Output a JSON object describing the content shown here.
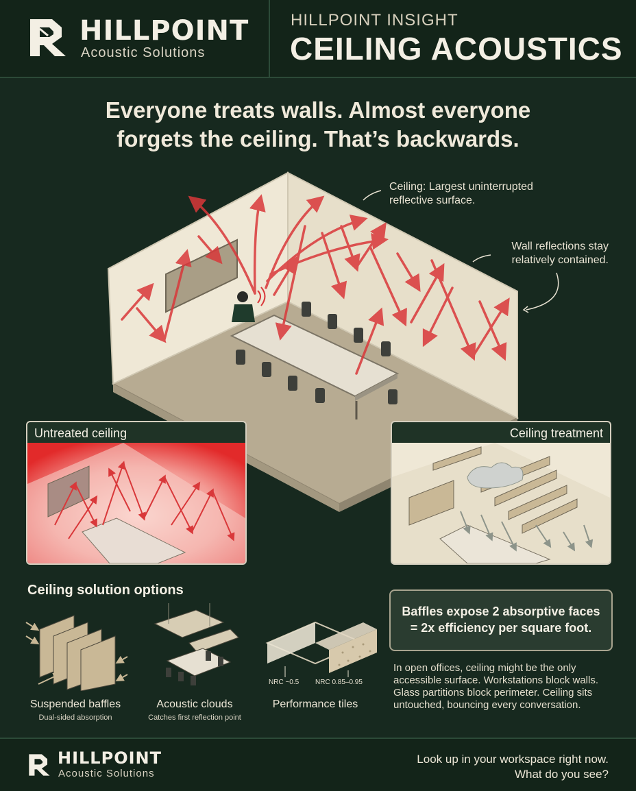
{
  "brand": {
    "name": "HILLPOINT",
    "subtitle": "Acoustic Solutions",
    "logo_icon": "hillpoint-logo-icon"
  },
  "header": {
    "eyebrow": "HILLPOINT INSIGHT",
    "title": "CEILING ACOUSTICS"
  },
  "headline": {
    "line1": "Everyone treats walls. Almost everyone",
    "line2": "forgets the ceiling. That’s backwards."
  },
  "callouts": {
    "ceiling_line1": "Ceiling: Largest uninterrupted",
    "ceiling_line2": "reflective surface.",
    "walls_line1": "Wall reflections stay",
    "walls_line2": "relatively contained."
  },
  "panels": {
    "untreated": "Untreated ceiling",
    "treated": "Ceiling treatment"
  },
  "options": {
    "title": "Ceiling solution options",
    "baffles": {
      "label": "Suspended baffles",
      "sub": "Dual-sided absorption"
    },
    "clouds": {
      "label": "Acoustic clouds",
      "sub": "Catches first reflection point"
    },
    "tiles": {
      "label": "Performance tiles",
      "nrc_low": "NRC ~0.5",
      "nrc_high": "NRC 0.85–0.95"
    }
  },
  "keybox": {
    "line1": "Baffles expose 2 absorptive faces",
    "line2": "= 2x efficiency per square foot."
  },
  "body_text": "In open offices, ceiling might be the only accessible surface. Workstations block walls. Glass partitions block perimeter. Ceiling sits untouched, bouncing every conversation.",
  "footer": {
    "cta_line1": "Look up in your workspace right now.",
    "cta_line2": "What do you see?"
  },
  "colors": {
    "background": "#17291f",
    "reflection": "#d9383a",
    "wall": "#efe8d6",
    "floor": "#b7ab92",
    "panel_tan": "#c9b896"
  }
}
